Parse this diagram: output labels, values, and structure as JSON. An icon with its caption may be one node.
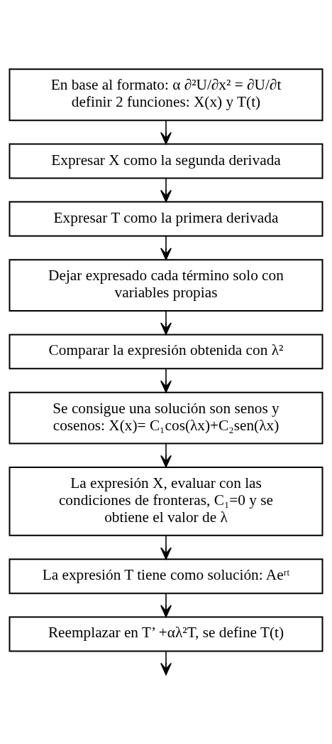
{
  "diagram": {
    "nodes": [
      {
        "text": [
          "En base al formato: α ∂²U/∂x² = ∂U/∂t",
          "definir 2 funciones: X(x) y T(t)"
        ]
      },
      {
        "text": [
          "Expresar X como la segunda derivada"
        ]
      },
      {
        "text": [
          "Expresar T como la primera derivada"
        ]
      },
      {
        "text": [
          "Dejar expresado cada término solo con variables propias"
        ]
      },
      {
        "text": [
          "Comparar la expresión obtenida con λ²"
        ]
      },
      {
        "text": [
          "Se consigue una solución son senos y cosenos: X(x)= C₁cos(λx)+C₂sen(λx)"
        ]
      },
      {
        "text": [
          "La expresión X, evaluar con las condiciones de fronteras, C₁=0 y se obtiene el valor de λ"
        ]
      },
      {
        "text": [
          "La expresión T tiene como solución: Aeʳᵗ"
        ]
      },
      {
        "text": [
          "Reemplazar en T’ +αλ²T, se define T(t)"
        ]
      }
    ],
    "edges": [
      {
        "from": 0,
        "to": 1,
        "arrow": "to"
      },
      {
        "from": 1,
        "to": 2,
        "arrow": "to"
      },
      {
        "from": 2,
        "to": 3,
        "arrow": "to"
      },
      {
        "from": 3,
        "to": 4,
        "arrow": "to"
      },
      {
        "from": 4,
        "to": 5,
        "arrow": "to"
      },
      {
        "from": 5,
        "to": 6,
        "arrow": "to"
      },
      {
        "from": 6,
        "to": 7,
        "arrow": "to"
      },
      {
        "from": 7,
        "to": 8,
        "arrow": "to"
      },
      {
        "from": 8,
        "to": null,
        "arrow": "to"
      }
    ]
  }
}
